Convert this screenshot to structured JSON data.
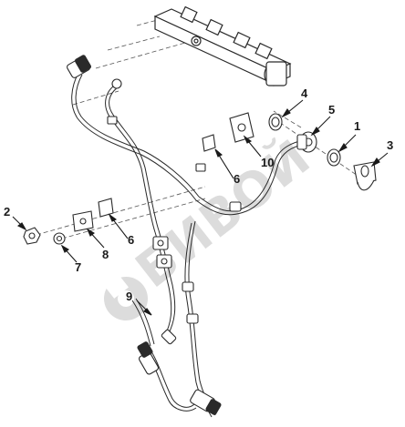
{
  "colors": {
    "line": "#2a2a2a",
    "watermark": "#d9d9d9",
    "background": "#ffffff"
  },
  "watermark": {
    "text": "БИВОЙ",
    "icon": "wrench-logo-icon"
  },
  "callouts": [
    "1",
    "2",
    "3",
    "4",
    "5",
    "6",
    "6",
    "7",
    "8",
    "9",
    "10"
  ]
}
